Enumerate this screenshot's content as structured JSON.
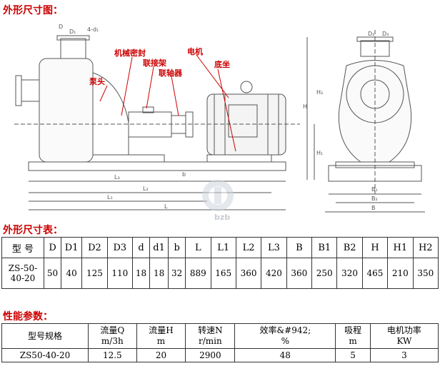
{
  "outline_title": "外形尺寸图：",
  "drawing": {
    "labels": {
      "mechanical_seal": "机械密封",
      "pump_head": "泵头",
      "bearing_housing": "联接架",
      "coupling": "联轴器",
      "motor": "电机",
      "base": "底坐"
    },
    "dim_marks": [
      "D₁",
      "D",
      "4-d₁",
      "L₃",
      "L₂",
      "L₁",
      "L",
      "B₁",
      "B₂",
      "B",
      "D₂",
      "D₃",
      "H",
      "H₁",
      "H₂",
      "b"
    ],
    "watermark": "bzb"
  },
  "dims_title": "外形尺寸表：",
  "dims_table": {
    "headers": [
      "型 号",
      "D",
      "D1",
      "D2",
      "D3",
      "d",
      "d1",
      "b",
      "L",
      "L1",
      "L2",
      "L3",
      "B",
      "B1",
      "B2",
      "H",
      "H1",
      "H2"
    ],
    "row": [
      "ZS-50-40-20",
      "50",
      "40",
      "125",
      "110",
      "18",
      "18",
      "32",
      "889",
      "165",
      "360",
      "420",
      "360",
      "250",
      "320",
      "465",
      "210",
      "350"
    ]
  },
  "perf_title": "性能参数：",
  "perf_table": {
    "headers": [
      [
        "型号规格",
        ""
      ],
      [
        "流量Q",
        "m/3h"
      ],
      [
        "流量H",
        "m"
      ],
      [
        "转速N",
        "r/min"
      ],
      [
        "效率&#942;",
        "%"
      ],
      [
        "吸程",
        "m"
      ],
      [
        "电机功率",
        "KW"
      ]
    ],
    "row": [
      "ZS50-40-20",
      "12.5",
      "20",
      "2900",
      "48",
      "5",
      "3"
    ]
  }
}
